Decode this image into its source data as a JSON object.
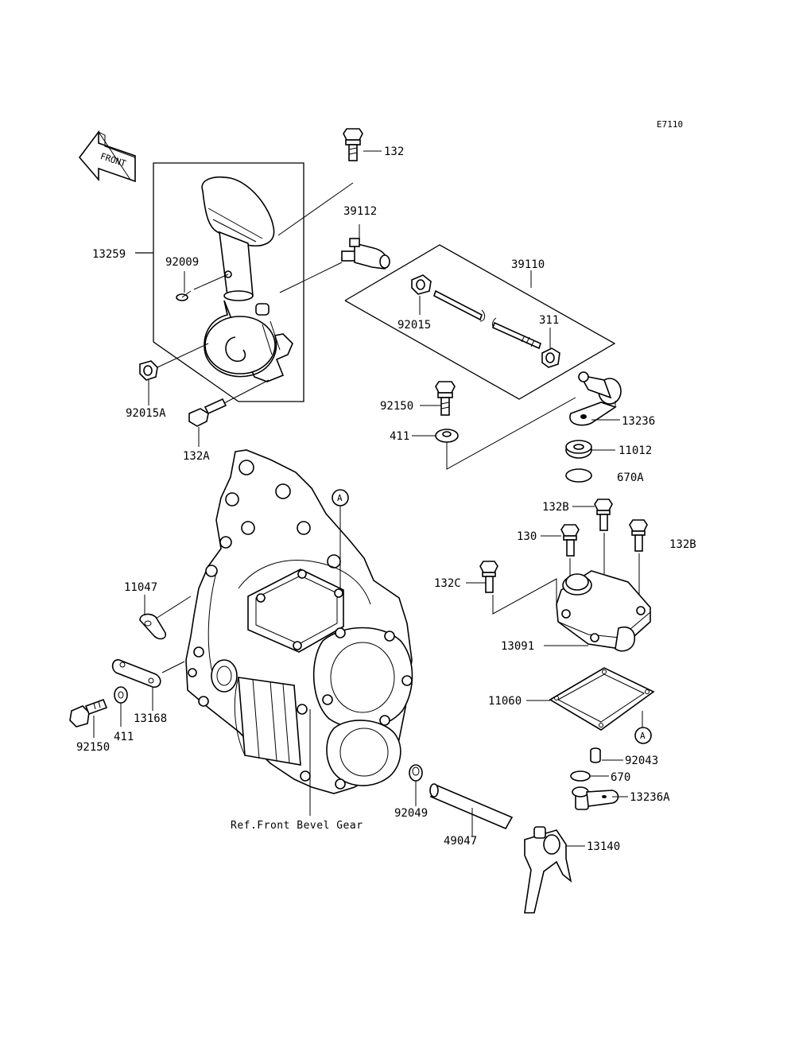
{
  "diagram_code": "E7110",
  "front_label": "FRONT",
  "reference_note": "Ref.Front Bevel Gear",
  "callouts": {
    "circle_a": "A",
    "circle_a_lower": "A"
  },
  "part_labels": {
    "p132": "132",
    "p39112": "39112",
    "p39110": "39110",
    "p13259": "13259",
    "p92009": "92009",
    "p92015": "92015",
    "p311": "311",
    "p92015A": "92015A",
    "p92150_top": "92150",
    "p13236": "13236",
    "p132A": "132A",
    "p411_top": "411",
    "p11012": "11012",
    "p670A": "670A",
    "p132B_a": "132B",
    "p130": "130",
    "p132B_b": "132B",
    "p132C": "132C",
    "p11047": "11047",
    "p13091": "13091",
    "p13168": "13168",
    "p11060": "11060",
    "p411_bottom": "411",
    "p92150_bottom": "92150",
    "p92043": "92043",
    "p670": "670",
    "p92049": "92049",
    "p13236A": "13236A",
    "p49047": "49047",
    "p13140": "13140"
  }
}
